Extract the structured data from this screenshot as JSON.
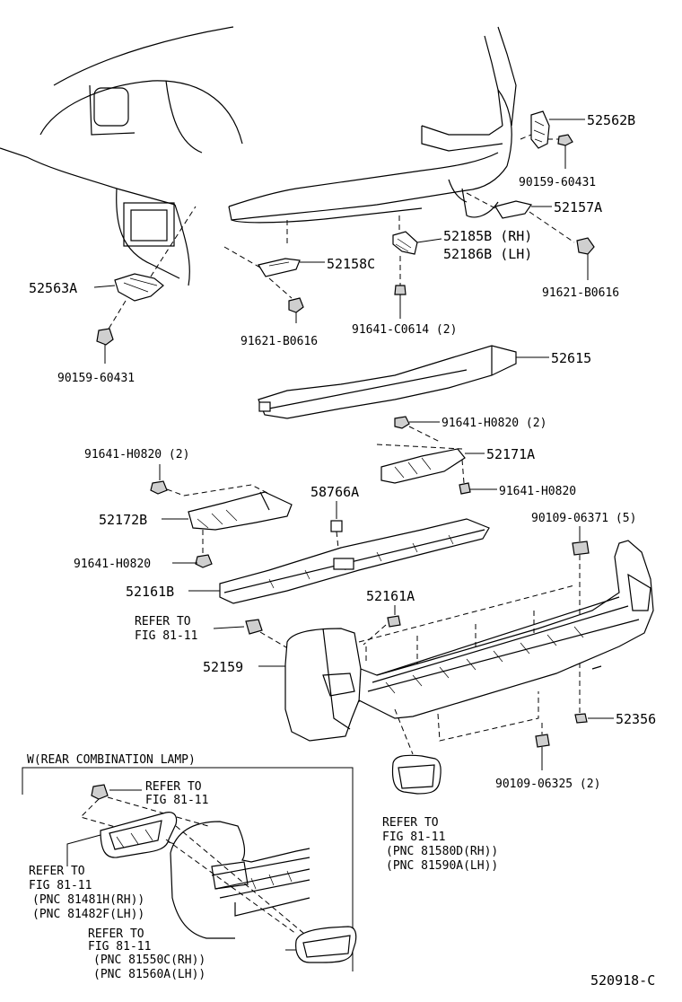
{
  "diagram": {
    "code": "520918-C",
    "inset_title": "W(REAR COMBINATION LAMP)",
    "labels": {
      "p52562B": "52562B",
      "p90159_60431_top": "90159-60431",
      "p52157A": "52157A",
      "p91621_B0616_right": "91621-B0616",
      "p52185B": "52185B (RH)",
      "p52186B": "52186B (LH)",
      "p52158C": "52158C",
      "p52563A": "52563A",
      "p91641_C0614": "91641-C0614 (2)",
      "p91621_B0616_left": "91621-B0616",
      "p90159_60431_left": "90159-60431",
      "p52615": "52615",
      "p91641_H0820_2_right": "91641-H0820 (2)",
      "p52171A": "52171A",
      "p91641_H0820_right": "91641-H0820",
      "p91641_H0820_2_left": "91641-H0820 (2)",
      "p52172B": "52172B",
      "p58766A": "58766A",
      "p90109_06371": "90109-06371 (5)",
      "p91641_H0820_left": "91641-H0820",
      "p52161B": "52161B",
      "p52161A": "52161A",
      "p52159": "52159",
      "p52356": "52356",
      "p90109_06325": "90109-06325 (2)"
    },
    "refs": {
      "bumper_left_1": "REFER TO",
      "bumper_left_2": "FIG 81-11",
      "lamp_mid_1": "REFER TO",
      "lamp_mid_2": "FIG 81-11",
      "lamp_mid_3": "(PNC 81580D(RH))",
      "lamp_mid_4": "(PNC 81590A(LH))",
      "inset_cap_1": "REFER TO",
      "inset_cap_2": "FIG 81-11",
      "inset_left_1": "REFER TO",
      "inset_left_2": "FIG 81-11",
      "inset_left_3": "(PNC 81481H(RH))",
      "inset_left_4": "(PNC 81482F(LH))",
      "inset_bot_1": "REFER TO",
      "inset_bot_2": "FIG 81-11",
      "inset_bot_3": "(PNC 81550C(RH))",
      "inset_bot_4": "(PNC 81560A(LH))"
    }
  }
}
